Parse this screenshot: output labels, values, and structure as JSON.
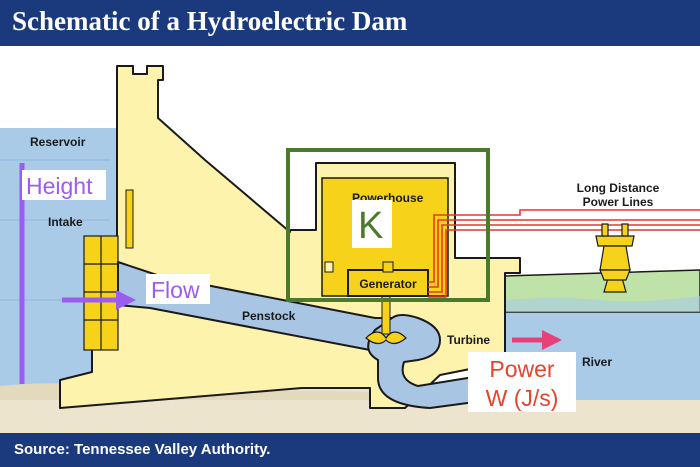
{
  "header": {
    "title": "Schematic of a Hydroelectric Dam"
  },
  "labels": {
    "reservoir": "Reservoir",
    "intake": "Intake",
    "penstock": "Penstock",
    "turbine": "Turbine",
    "river": "River",
    "powerhouse": "Powerhouse",
    "generator": "Generator",
    "power_lines_1": "Long Distance",
    "power_lines_2": "Power Lines"
  },
  "annotations": {
    "height": "Height",
    "flow": "Flow",
    "k": "K",
    "power_1": "Power",
    "power_2": "W (J/s)"
  },
  "colors": {
    "water": "#a9cbe8",
    "dam": "#fdf3ad",
    "powerhouse": "#f6d21a",
    "penstock": "#a8c6e4",
    "ground": "#ece4cc",
    "land": "#bfe2a8",
    "annotation_purple": "#9b5cf0",
    "annotation_green": "#4b7a2c",
    "annotation_red": "#e8432b",
    "arrow_pink": "#e8417a"
  },
  "footer": {
    "source": "Source: Tennessee Valley Authority."
  }
}
